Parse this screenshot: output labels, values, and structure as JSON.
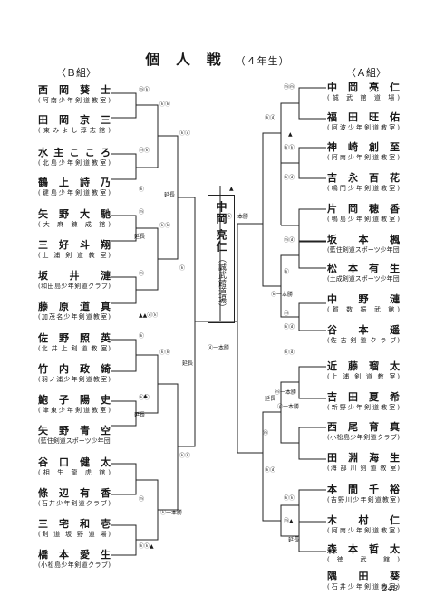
{
  "header": {
    "title": "個 人 戦",
    "subtitle": "（４年生）"
  },
  "groups": {
    "left": "〈Ｂ組〉",
    "right": "〈Ａ組〉"
  },
  "left_players": [
    {
      "name": "西 岡 葵 士",
      "club": "(阿南少年剣道教室)"
    },
    {
      "name": "田 岡 京 三",
      "club": "(東みよし淳志館)"
    },
    {
      "name": "水 主 こ こ ろ",
      "club": "(北島少年剣道教室)"
    },
    {
      "name": "鶴 上 詩 乃",
      "club": "(鍵島少年剣道教室)"
    },
    {
      "name": "矢 野 大 馳",
      "club": "(大 麻 錬 成 館)"
    },
    {
      "name": "三 好 斗 翔",
      "club": "(上 浦 剣 道 教 室)"
    },
    {
      "name": "坂 井 漣",
      "club": "(和田島少年剣道クラブ)"
    },
    {
      "name": "藤 原 道 真",
      "club": "(加茂名少年剣道教室)"
    },
    {
      "name": "佐 野 照 英",
      "club": "(北 井 上 剣 道 教 室)"
    },
    {
      "name": "竹 内 政 綺",
      "club": "(羽ノ浦少年剣道教室)"
    },
    {
      "name": "鮑 子 陽 史",
      "club": "(津東少年剣道教室)"
    },
    {
      "name": "矢 野 青 空",
      "club": "(藍住剣道スポーツ少年団)"
    },
    {
      "name": "谷 口 健 太",
      "club": "(相 生 龍 虎 館)"
    },
    {
      "name": "條 辺 有 香",
      "club": "(石井少年剣道クラブ)"
    },
    {
      "name": "三 宅 和 壱",
      "club": "(剣 道 坂 野 道 場)"
    },
    {
      "name": "橋 本 愛 生",
      "club": "(小松島少年剣道クラブ)"
    }
  ],
  "right_players": [
    {
      "name": "中 岡 亮 仁",
      "club": "(誠 武 館 道 場)"
    },
    {
      "name": "福 田 旺 佑",
      "club": "(阿波少年剣道教室)"
    },
    {
      "name": "神 崎 創 至",
      "club": "(阿南少年剣道教室)"
    },
    {
      "name": "吉 永 百 花",
      "club": "(鳴門少年剣道教室)"
    },
    {
      "name": "片 岡 穂 香",
      "club": "(鴨島少年剣道教室)"
    },
    {
      "name": "坂 本 楓",
      "club": "(藍住剣道スポーツ少年団)"
    },
    {
      "name": "松 本 有 生",
      "club": "(土成剣道スポーツ少年団)"
    },
    {
      "name": "中 野 漣",
      "club": "(賀 数 振 武 館)"
    },
    {
      "name": "谷 本 遥",
      "club": "(佐 古 剣 道 ク ラ ブ)"
    },
    {
      "name": "近 藤 瑠 太",
      "club": "(上 浦 剣 道 教 室)"
    },
    {
      "name": "吉 田 夏 希",
      "club": "(新野少年剣道教室)"
    },
    {
      "name": "西 尾 育 真",
      "club": "(小松島少年剣道クラブ)"
    },
    {
      "name": "田 淵 海 生",
      "club": "(海 部 川 剣 道 教 室)"
    },
    {
      "name": "本 間 千 裕",
      "club": "(吉野川少年剣道教室)"
    },
    {
      "name": "木 村 仁",
      "club": "(阿南少年剣道教室)"
    },
    {
      "name": "森 本 哲 太",
      "club": "(徳 武 館)"
    },
    {
      "name": "隅 田 葵",
      "club": "(石井少年剣道教室)"
    }
  ],
  "annotations": {
    "mk": "ⓜⓚ",
    "kk": "ⓚⓚ",
    "k": "ⓚ",
    "kd": "ⓚⓓ",
    "kdk": "ⓚⓓⓚ",
    "kkmark": "ⓚⓚ▲",
    "mm": "ⓜⓜ",
    "m": "ⓜ",
    "md": "ⓜⓓ",
    "mmark": "ⓜ▲",
    "tmarks": "▲▲ⓓⓚ",
    "tri": "▲",
    "enchou": "延長",
    "ippon": "ⓚ一本勝",
    "ippon2": "ⓓ一本勝",
    "ipponm": "ⓜ一本勝",
    "mk2": "ⓚⓜ"
  },
  "champion": {
    "name": "中岡 亮仁",
    "club": "（誠武館道場）"
  },
  "page_number": "248"
}
